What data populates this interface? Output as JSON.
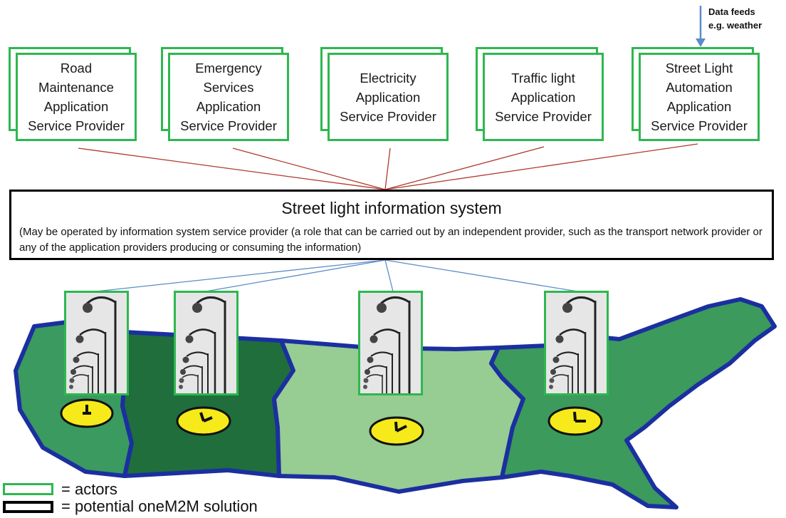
{
  "actors": [
    {
      "lines": [
        "Road",
        "Maintenance",
        "Application",
        "Service Provider"
      ]
    },
    {
      "lines": [
        "Emergency",
        "Services",
        "Application",
        "Service Provider"
      ]
    },
    {
      "lines": [
        "Electricity",
        "Application",
        "Service Provider"
      ]
    },
    {
      "lines": [
        "Traffic light",
        "Application",
        "Service Provider"
      ]
    },
    {
      "lines": [
        "Street Light",
        "Automation",
        "Application",
        "Service Provider"
      ]
    }
  ],
  "data_feeds": {
    "line1": "Data feeds",
    "line2": "e.g. weather"
  },
  "system": {
    "title": "Street light information system",
    "note": "(May be operated by information system service provider (a role that can be carried out by an independent provider, such as the transport network provider or any of the application providers producing or consuming the information)"
  },
  "legend": {
    "actors": "= actors",
    "solution": "= potential oneM2M solution"
  },
  "colors": {
    "actor_border": "#2eb74f",
    "system_border": "#000000",
    "upper_links": "#b03a2e",
    "lower_links": "#5b8cc8",
    "arrow": "#5b8cc8",
    "map_outline": "#1b2fa0",
    "region_pacific": "#3a9a5f",
    "region_mountain": "#1f6e3c",
    "region_central": "#97cc93",
    "region_eastern": "#3b9a5c",
    "clock_face": "#f6ea1a"
  }
}
